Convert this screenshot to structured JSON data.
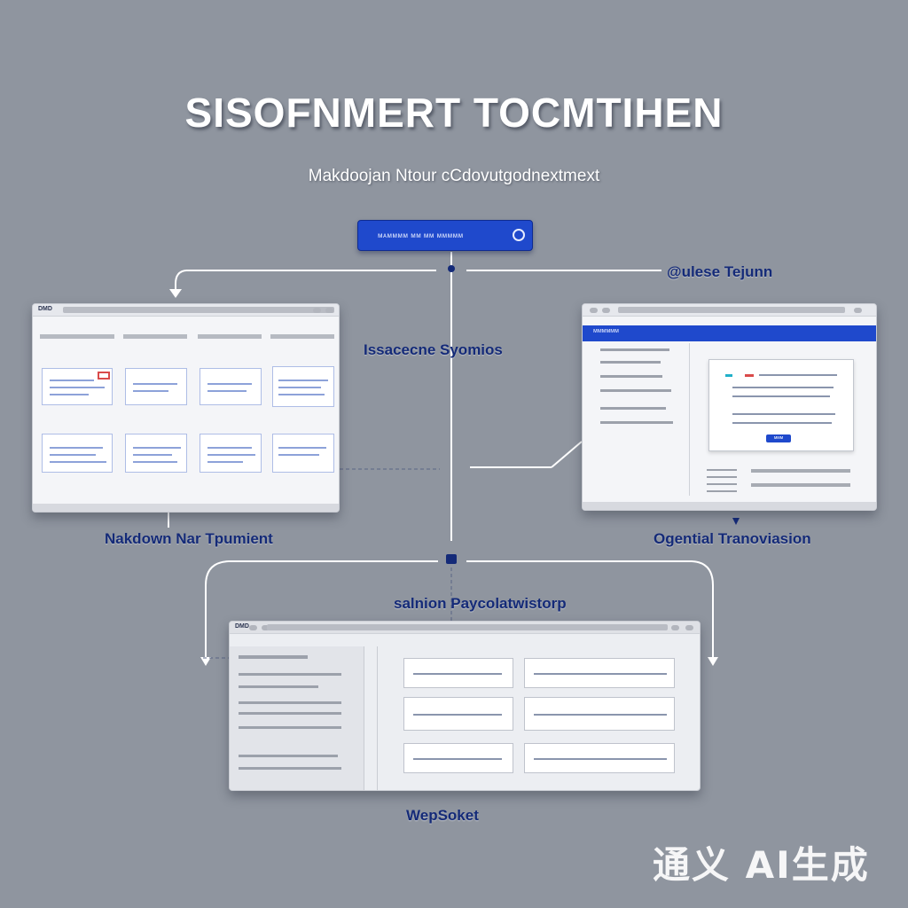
{
  "title": "SISOFNMERT TOCMTIHEN",
  "subtitle": "Makdoojan Ntour cCdovutgodnextmext",
  "hub_button": {
    "label": "ᴍᴀᴍᴍᴍᴍ ᴍᴍ ᴍᴍ ᴍᴍᴍᴍᴍ"
  },
  "labels": {
    "top_right": "@ulese Tejunn",
    "left_mid": "Issacecne Syomios",
    "left_window": "Nakdown Nar Tpumient",
    "right_window": "Ogential Tranoviasion",
    "center_bottom": "salnion Paycolatwistorp",
    "bottom_window": "WepSoket"
  },
  "windows": {
    "left": {
      "title": "DMD"
    },
    "right": {
      "header": "ᴍᴍᴍᴍᴍᴍ",
      "dialog_button": "ᴍᴍᴍ"
    },
    "bottom": {
      "title": "DMD"
    }
  },
  "watermark": "通义 AI生成",
  "colors": {
    "background": "#8f959f",
    "accent": "#1f49cc",
    "label": "#142a78"
  }
}
